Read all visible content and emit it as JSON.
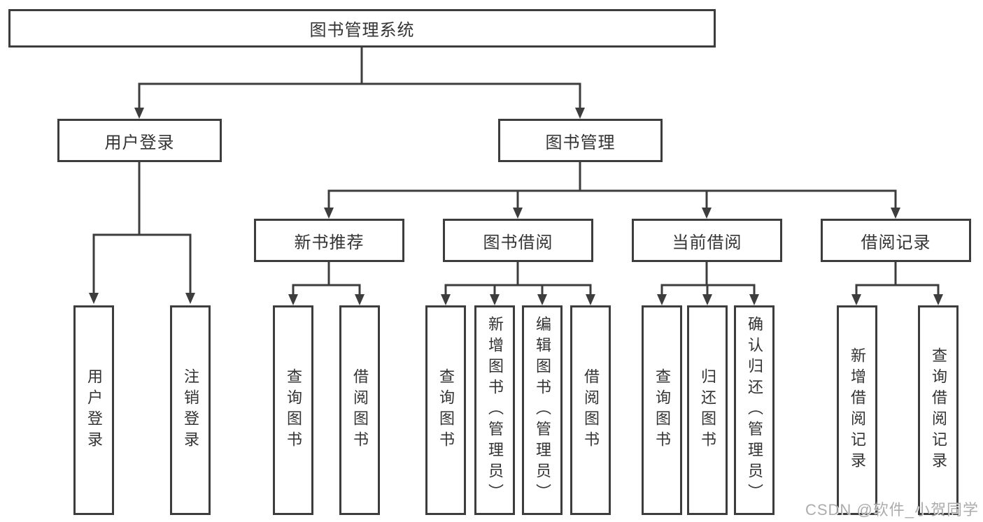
{
  "diagram": {
    "root": "图书管理系统",
    "user_login": {
      "label": "用户登录",
      "children": [
        "用户登录",
        "注销登录"
      ]
    },
    "book_management": {
      "label": "图书管理",
      "new_book_recommend": {
        "label": "新书推荐",
        "children": [
          "查询图书",
          "借阅图书"
        ]
      },
      "book_borrow": {
        "label": "图书借阅",
        "children": [
          "查询图书",
          "新增图书（管理员）",
          "编辑图书（管理员）",
          "借阅图书"
        ]
      },
      "current_borrow": {
        "label": "当前借阅",
        "children": [
          "查询图书",
          "归还图书",
          "确认归还（管理员）"
        ]
      },
      "borrow_records": {
        "label": "借阅记录",
        "children": [
          "新增借阅记录",
          "查询借阅记录"
        ]
      }
    }
  },
  "watermark": "CSDN @软件_小贺同学",
  "colors": {
    "line": "#3d3d3d",
    "box_border": "#3d3d3d",
    "text": "#333333",
    "watermark": "#9e9e9e"
  }
}
